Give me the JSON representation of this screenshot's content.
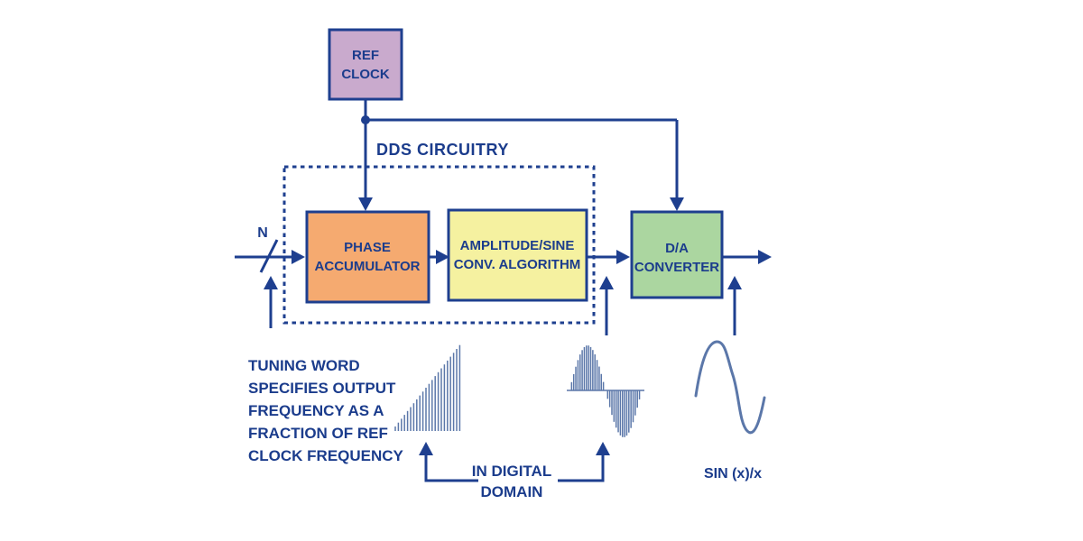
{
  "diagram": {
    "dds_circuitry_label": "DDS CIRCUITRY",
    "blocks": {
      "ref_clock": {
        "line1": "REF",
        "line2": "CLOCK",
        "fill": "#c9aacd"
      },
      "phase_accumulator": {
        "line1": "PHASE",
        "line2": "ACCUMULATOR",
        "fill": "#f5aa70"
      },
      "amplitude_sine_conv": {
        "line1": "AMPLITUDE/SINE",
        "line2": "CONV. ALGORITHM",
        "fill": "#f5f1a0"
      },
      "da_converter": {
        "line1": "D/A",
        "line2": "CONVERTER",
        "fill": "#abd6a0"
      }
    },
    "annotations": {
      "bus_width_label": "N",
      "tuning_word_note": [
        "TUNING WORD",
        "SPECIFIES OUTPUT",
        "FREQUENCY AS A",
        "FRACTION OF REF",
        "CLOCK FREQUENCY"
      ],
      "digital_domain_note": [
        "IN DIGITAL",
        "DOMAIN"
      ],
      "sinc_label": "SIN (x)/x"
    },
    "colors": {
      "line": "#1e3f8f",
      "text": "#1b3c8c",
      "wave": "#5b77a9",
      "background": "#ffffff"
    }
  }
}
